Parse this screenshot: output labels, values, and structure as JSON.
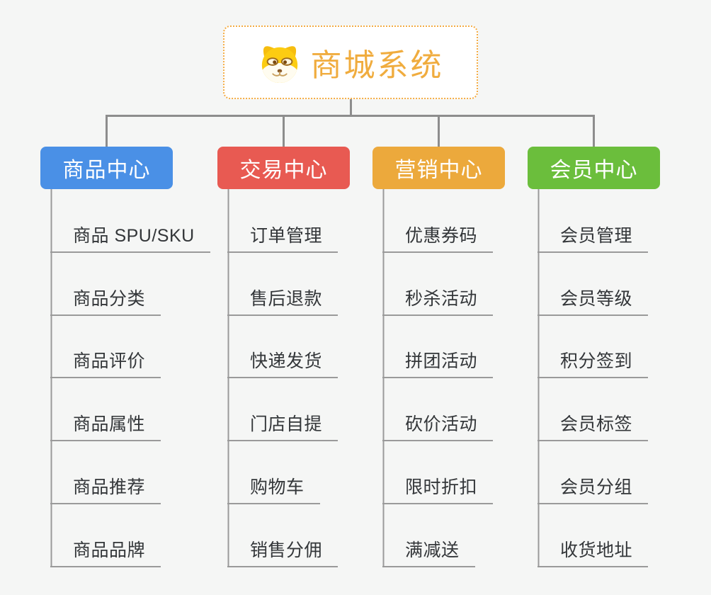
{
  "page": {
    "background_color": "#f5f6f5",
    "connector_color": "#8d8d8d",
    "underline_color": "#9a9a9a",
    "item_text_color": "#333639"
  },
  "root": {
    "title": "商城系统",
    "icon": "doge-icon",
    "text_color": "#f0ac3e",
    "border_color": "#f4ac44"
  },
  "branches": [
    {
      "label": "商品中心",
      "color": "#4a90e6",
      "items": [
        "商品 SPU/SKU",
        "商品分类",
        "商品评价",
        "商品属性",
        "商品推荐",
        "商品品牌"
      ]
    },
    {
      "label": "交易中心",
      "color": "#e85a52",
      "items": [
        "订单管理",
        "售后退款",
        "快递发货",
        "门店自提",
        "购物车",
        "销售分佣"
      ]
    },
    {
      "label": "营销中心",
      "color": "#eca93c",
      "items": [
        "优惠券码",
        "秒杀活动",
        "拼团活动",
        "砍价活动",
        "限时折扣",
        "满减送"
      ]
    },
    {
      "label": "会员中心",
      "color": "#6bbe3c",
      "items": [
        "会员管理",
        "会员等级",
        "积分签到",
        "会员标签",
        "会员分组",
        "收货地址"
      ]
    }
  ]
}
